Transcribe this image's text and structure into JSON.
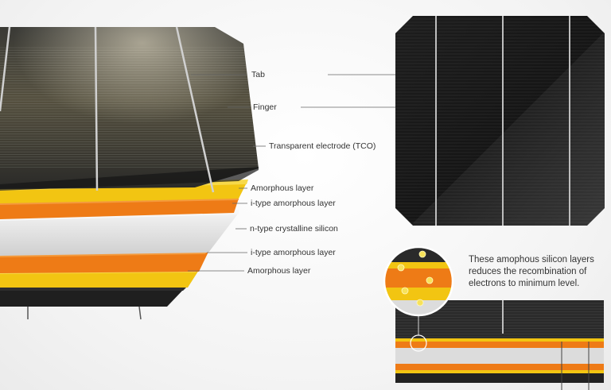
{
  "labels": {
    "tab": "Tab",
    "finger": "Finger",
    "tco": "Transparent electrode (TCO)",
    "amorphous_top": "Amorphous layer",
    "itype_top": "i-type amorphous layer",
    "ntype": "n-type crystalline silicon",
    "itype_bottom": "i-type amorphous layer",
    "amorphous_bottom": "Amorphous layer"
  },
  "note": "These amophous silicon layers reduces the recombination of electrons to minimum level.",
  "colors": {
    "cell_dark": "#1c1c1c",
    "amorphous_yellow": "#f2c512",
    "itype_orange": "#ee7b16",
    "ntype_silver": "#dcdcdc",
    "busbar": "#cfcfcf",
    "leader_line": "#666666"
  }
}
